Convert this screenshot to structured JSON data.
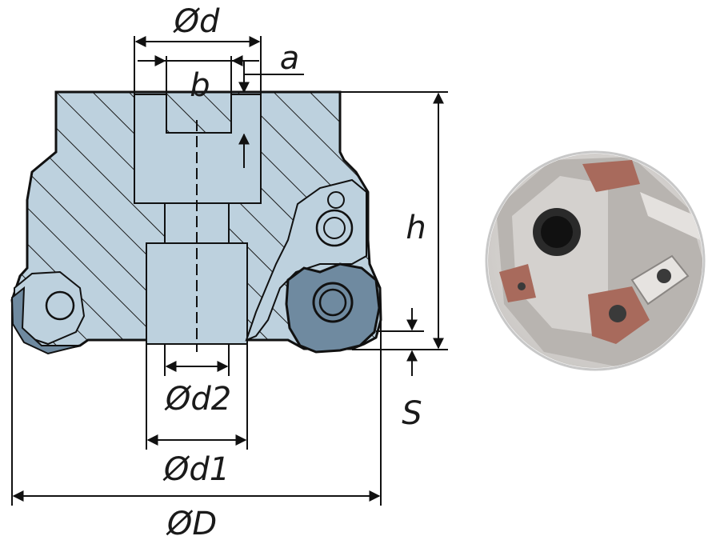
{
  "labels": {
    "d": "Ød",
    "a": "a",
    "b": "b",
    "h": "h",
    "s": "S",
    "d2": "Ød2",
    "d1": "Ød1",
    "D": "ØD"
  },
  "colors": {
    "body_fill": "#bdd1de",
    "insert_fill": "#6f8aa0",
    "outline": "#111111",
    "photo_bg": "#f2f2f2",
    "insert_copper": "#a86a5c"
  }
}
